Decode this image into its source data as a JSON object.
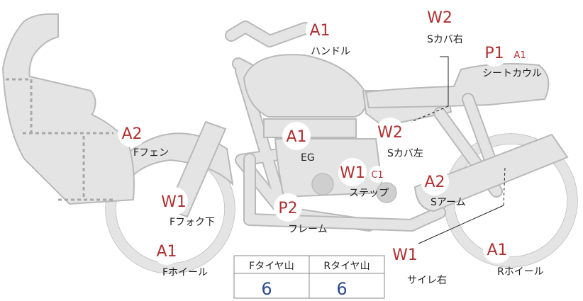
{
  "callouts": [
    {
      "id": "handle",
      "grade": "A1",
      "part": "ハンドル"
    },
    {
      "id": "s-cover-r",
      "grade": "W2",
      "part": "Sカバ右"
    },
    {
      "id": "seat-cowl",
      "grade": "P1",
      "grade2": "A1",
      "part": "シートカウル"
    },
    {
      "id": "f-fender",
      "grade": "A2",
      "part": "Fフェン"
    },
    {
      "id": "eg",
      "grade": "A1",
      "part": "EG"
    },
    {
      "id": "s-cover-l",
      "grade": "W2",
      "part": "Sカバ左"
    },
    {
      "id": "step",
      "grade": "W1",
      "grade2": "C1",
      "part": "ステップ"
    },
    {
      "id": "s-arm",
      "grade": "A2",
      "part": "Sアーム"
    },
    {
      "id": "f-fork-lower",
      "grade": "W1",
      "part": "Fフォク下"
    },
    {
      "id": "frame",
      "grade": "P2",
      "part": "フレーム"
    },
    {
      "id": "f-wheel",
      "grade": "A1",
      "part": "Fホイール"
    },
    {
      "id": "silencer-r",
      "grade": "W1",
      "part": "サイレ右"
    },
    {
      "id": "r-wheel",
      "grade": "A1",
      "part": "Rホイール"
    }
  ],
  "tread_table": {
    "headers": [
      "Fタイヤ山",
      "Rタイヤ山"
    ],
    "values": [
      "6",
      "6"
    ]
  },
  "colors": {
    "grade": "#b03030",
    "body_fill": "#e4e4e4",
    "outline": "#b9b9b9",
    "table_value": "#2c4a8c"
  }
}
